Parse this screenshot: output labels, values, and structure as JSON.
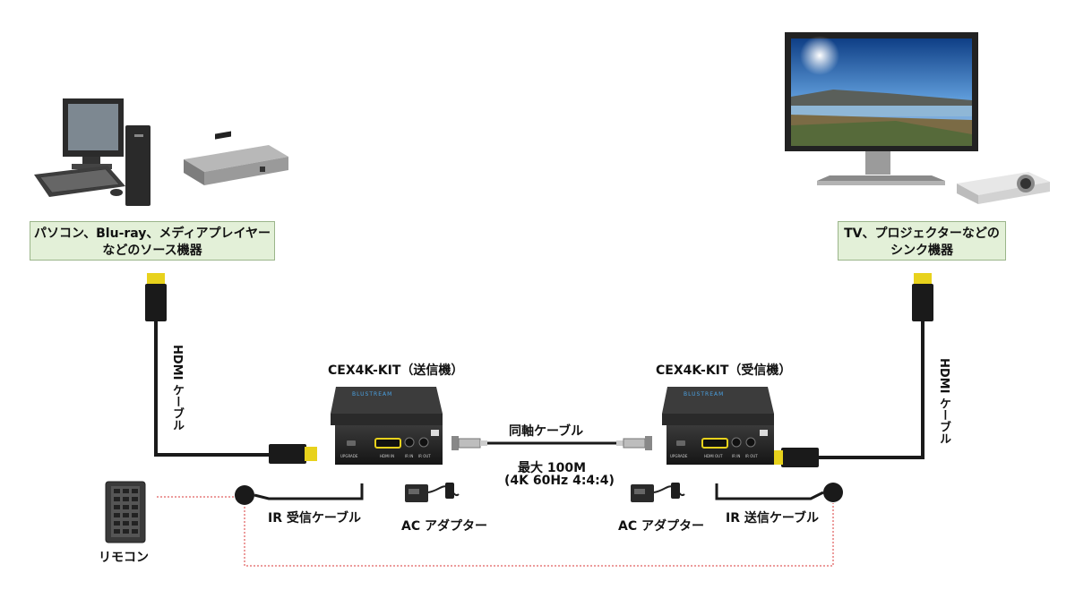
{
  "source_box": {
    "line1": "パソコン、Blu-ray、メディアプレイヤー",
    "line2": "などのソース機器"
  },
  "sink_box": {
    "line1": "TV、プロジェクターなどの",
    "line2": "シンク機器"
  },
  "left_hdmi_label": "HDMI ケーブル",
  "right_hdmi_label": "HDMI ケーブル",
  "tx_title": "CEX4K-KIT（送信機）",
  "rx_title": "CEX4K-KIT（受信機）",
  "coax": {
    "label": "同軸ケーブル",
    "distance": "最大 100M",
    "spec": "(4K 60Hz 4:4:4)"
  },
  "ir_rx_label": "IR 受信ケーブル",
  "ir_tx_label": "IR 送信ケーブル",
  "ac_left": "AC アダプター",
  "ac_right": "AC アダプター",
  "remote_label": "リモコン",
  "device_brand": "BLUSTREAM",
  "tx_ports": {
    "upgrade": "UPGRADE",
    "hdmi": "HDMI IN",
    "irin": "IR IN",
    "irout": "IR OUT"
  },
  "rx_ports": {
    "upgrade": "UPGRADE",
    "hdmi": "HDMI OUT",
    "irin": "IR IN",
    "irout": "IR OUT"
  },
  "colors": {
    "box_fill": "#e3f0d8",
    "ir_dotted": "#d93a3a",
    "hdmi_gold": "#e8d21c"
  }
}
